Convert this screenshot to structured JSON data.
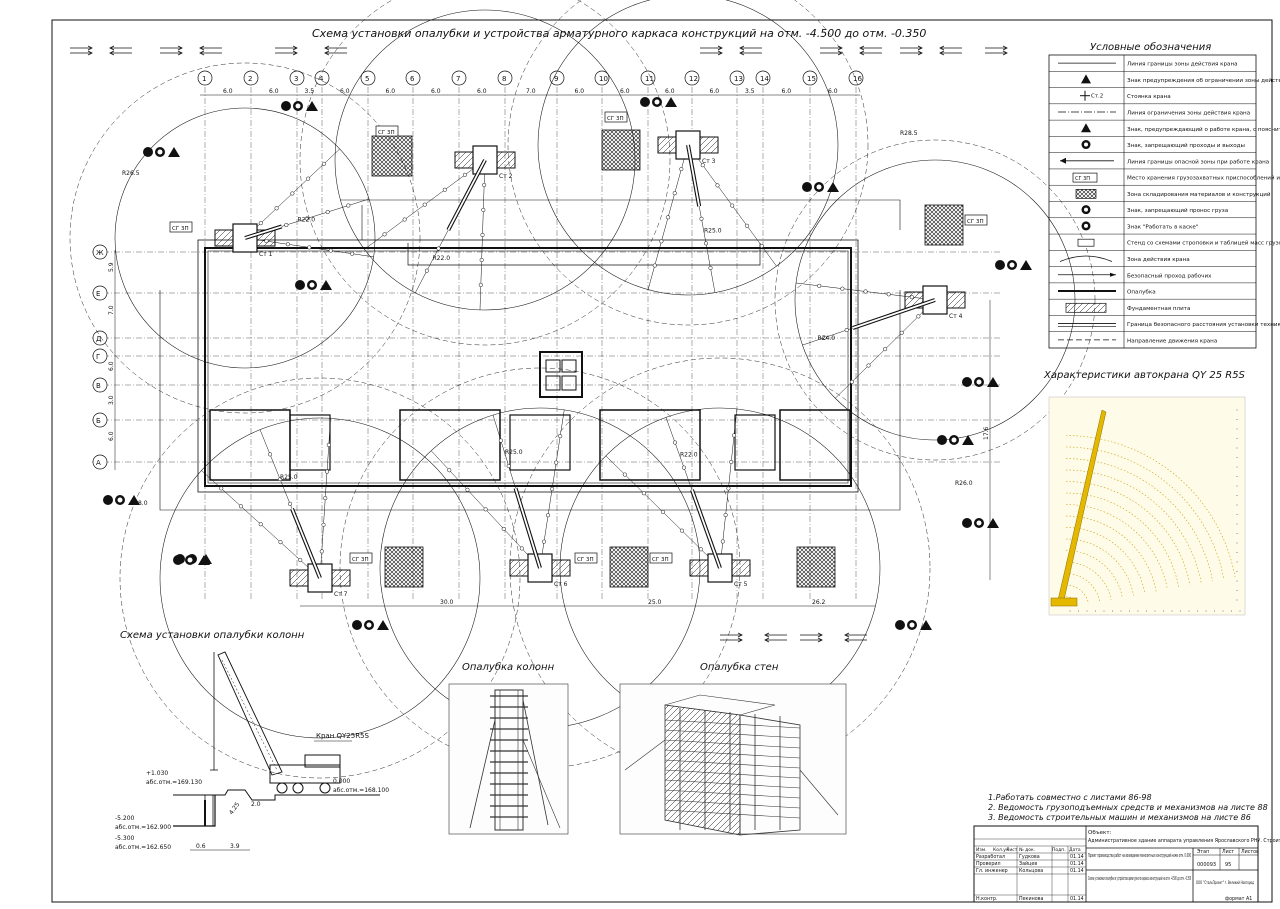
{
  "main_title": "Схема установки опалубки и устройства арматурного каркаса конструкций на отм. -4.500 до отм. -0.350",
  "legend": {
    "title": "Условные обозначения",
    "items": [
      "Линия границы зоны действия крана",
      "Знак предупреждения об ограничении зоны действия крана",
      "Стоянка крана",
      "Линия ограничения зоны действия крана",
      "Знак, предупреждающий о работе крана, с пояснительной надписью",
      "Знак, запрещающий проходы и выходы",
      "Линия границы опасной зоны при работе крана",
      "Место хранения грузозахватных приспособлений и тары",
      "Зона складирования материалов и конструкций",
      "Знак, запрещающий пронос груза",
      "Знак \"Работать в каске\"",
      "Стенд со схемами строповки и таблицей масс грузов",
      "Зона действия крана",
      "Безопасный проход рабочих",
      "Опалубка",
      "Фундаментная плита",
      "Граница безопасного расстояния установки техники",
      "Направление движения крана"
    ],
    "crane_stop_label": "Ст.2",
    "storage_label": "СГ 3П"
  },
  "axes": {
    "numbered": [
      "1",
      "2",
      "3",
      "4",
      "5",
      "6",
      "7",
      "8",
      "9",
      "10",
      "11",
      "12",
      "13",
      "14",
      "15",
      "16"
    ],
    "lettered": [
      "Ж",
      "Е",
      "Д",
      "Г",
      "В",
      "Б",
      "А"
    ],
    "top_dims": [
      "6.0",
      "6.0",
      "3.5",
      "6.0",
      "6.0",
      "6.0",
      "6.0",
      "7.0",
      "6.0",
      "6.0",
      "6.0",
      "6.0",
      "3.5",
      "6.0",
      "6.0"
    ],
    "left_dims": [
      "5.9",
      "7.0",
      "6.0",
      "3.0",
      "6.0"
    ],
    "bottom_dims": [
      "30.0",
      "25.0",
      "26.2"
    ],
    "right_dim": "17.6"
  },
  "cranes": [
    "Ст 1",
    "Ст 2",
    "Ст 3",
    "Ст 4",
    "Ст 5",
    "Ст 6",
    "Ст 7"
  ],
  "radius_labels": [
    "R22.0",
    "R22.0",
    "R25.0",
    "R24.0",
    "R22.0",
    "R25.0",
    "R25.0",
    "R24.0",
    "R25.0",
    "R28.0",
    "R26.0",
    "R26.5",
    "R28.5"
  ],
  "storage_tags": [
    "СГ 3П",
    "СГ 3П",
    "СГ 3П",
    "СГ 3П",
    "СГ 3П",
    "СГ 3П",
    "СГ 3П"
  ],
  "chart_section": {
    "title": "Характеристики автокрана QY 25 R5S"
  },
  "column_scheme": {
    "title": "Схема установки опалубки колонн",
    "crane_label": "Кран QY25R5S",
    "level_1": "+1.030",
    "level_1_abs": "абс.отм.=169.130",
    "level_2": "0.000",
    "level_2_abs": "абс.отм.=168.100",
    "level_3": "-5.200",
    "level_3_abs": "абс.отм.=162.900",
    "level_4": "-5.300",
    "level_4_abs": "абс.отм.=162.650",
    "dims": [
      "2.0",
      "3.9",
      "0.6",
      "4.25"
    ]
  },
  "detail_1": {
    "title": "Опалубка колонн"
  },
  "detail_2": {
    "title": "Опалубка стен"
  },
  "notes": [
    "1.Работать совместно с листами 86-98",
    "2. Ведомость грузоподъемных средств и механизмов на листе 88",
    "3. Ведомость строительных машин и механизмов на листе 86"
  ],
  "stamp": {
    "object_label": "Объект:",
    "object": "Административное здание аппарата управления Ярославского РНУ. Строительство",
    "project": "Проект производства работ на возведение монолитных конструкций ниже отм. 0.000",
    "sheet_title": "Схема установки опалубки и устройства арматурного каркаса конструкций на отм. -4.500 до отм. -0.350",
    "header_cells": [
      "Изм.",
      "Кол.уч",
      "Лист",
      "№ док.",
      "Подп.",
      "Дата"
    ],
    "roles": [
      "Разработал",
      "Проверил",
      "Гл. инженер",
      "Н.контр."
    ],
    "names": [
      "Гудкова",
      "Зайцев",
      "Кольцова",
      "Пекинова"
    ],
    "dates": [
      "01.14",
      "01.14",
      "01.14",
      "01.14"
    ],
    "stage_label": "Этап",
    "sheet_label": "Лист",
    "sheets_label": "Листов",
    "stage": "000093",
    "sheet": "95",
    "company": "ООО \"СтальПроект\" г. Великий Новгород",
    "format": "формат А1"
  }
}
